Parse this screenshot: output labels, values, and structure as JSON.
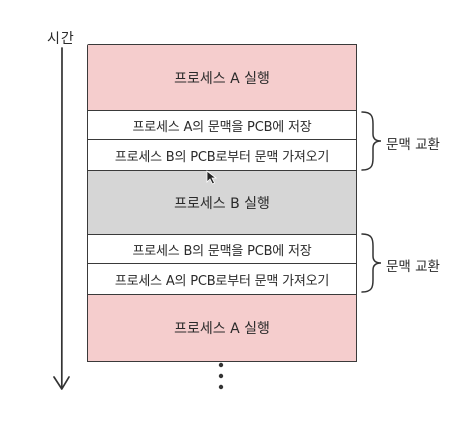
{
  "axis": {
    "label": "시간"
  },
  "blocks": [
    {
      "label": "프로세스 A 실행",
      "type": "run",
      "color": "#f5cdcd"
    },
    {
      "label": "프로세스 A의 문맥을 PCB에 저장",
      "type": "switch"
    },
    {
      "label": "프로세스 B의 PCB로부터 문맥 가져오기",
      "type": "switch"
    },
    {
      "label": "프로세스 B 실행",
      "type": "run",
      "color": "#d6d6d6"
    },
    {
      "label": "프로세스 B의 문맥을 PCB에 저장",
      "type": "switch"
    },
    {
      "label": "프로세스 A의 PCB로부터 문맥 가져오기",
      "type": "switch"
    },
    {
      "label": "프로세스 A 실행",
      "type": "run",
      "color": "#f5cdcd"
    }
  ],
  "braces": [
    {
      "label": "문맥 교환"
    },
    {
      "label": "문맥 교환"
    }
  ],
  "icons": {
    "continuation": "vertical-ellipsis-icon",
    "pointer": "mouse-cursor-icon"
  }
}
